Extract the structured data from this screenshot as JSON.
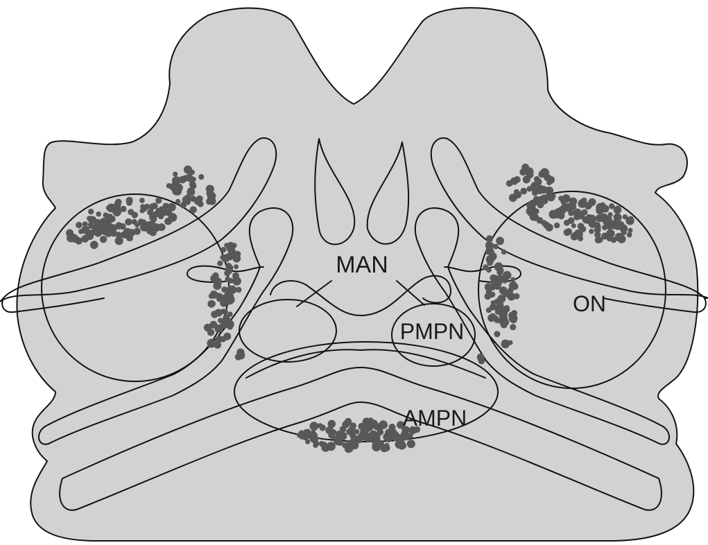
{
  "figure": {
    "labels": {
      "man": "MAN",
      "pmpn": "PMPN",
      "ampn": "AMPN",
      "on": "ON"
    },
    "colors": {
      "tissue": "#d2d2d2",
      "cells": "#585858",
      "outline": "#111111",
      "background": "#ffffff"
    }
  }
}
